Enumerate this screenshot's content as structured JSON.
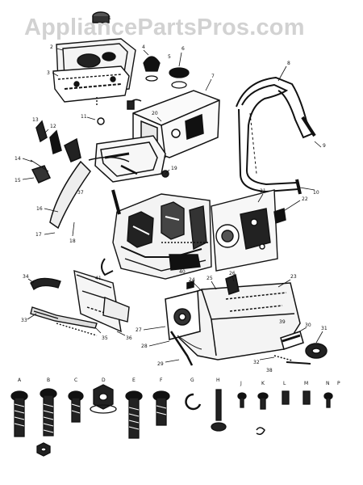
{
  "watermark": "AppliancePartsPros.com",
  "callouts": [
    "1",
    "2",
    "3",
    "4",
    "5",
    "6",
    "7",
    "8",
    "9",
    "10",
    "11",
    "12",
    "13",
    "14",
    "15",
    "16",
    "17",
    "18",
    "19",
    "20",
    "21",
    "22",
    "23",
    "24",
    "25",
    "26",
    "27",
    "28",
    "29",
    "30",
    "31",
    "32",
    "33",
    "34",
    "35",
    "36",
    "37",
    "38",
    "39",
    "40",
    "41"
  ],
  "fastener_labels": [
    "A",
    "B",
    "C",
    "D",
    "E",
    "F",
    "G",
    "H",
    "J",
    "K",
    "L",
    "M",
    "N",
    "P"
  ]
}
